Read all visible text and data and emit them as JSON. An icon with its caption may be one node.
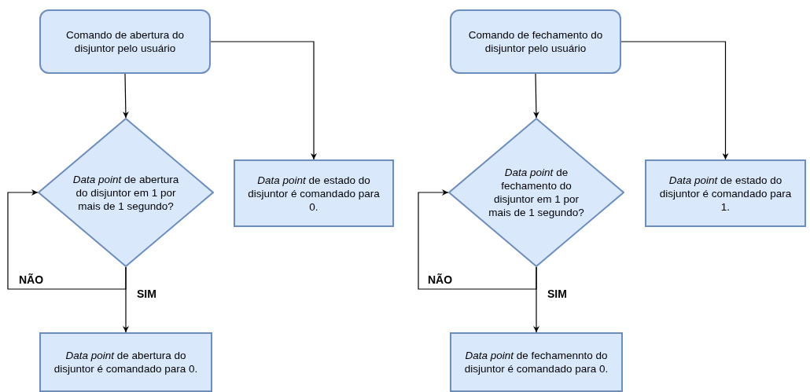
{
  "diagram": {
    "nodes": [
      {
        "text": [
          "Comando de abertura do disjuntor pelo usuário"
        ]
      },
      {
        "text": [
          "*Data point* de abertura do disjuntor em 1 por mais de 1 segundo?"
        ]
      },
      {
        "text": [
          "*Data point* de estado do disjuntor é comandado para 0."
        ]
      },
      {
        "text": [
          "*Data point* de abertura do disjuntor é comandado para 0."
        ]
      },
      {
        "text": [
          "Comando de fechamento do disjuntor pelo usuário"
        ]
      },
      {
        "text": [
          "*Data point* de fechamento do disjuntor em 1 por mais de 1 segundo?"
        ]
      },
      {
        "text": [
          "*Data point* de estado do disjuntor é comandado para 1."
        ]
      },
      {
        "text": [
          "*Data point* de fechamennto do disjuntor é comandado para 0."
        ]
      }
    ],
    "edges": [
      {
        "from": 0,
        "to": 1,
        "arrow": "to"
      },
      {
        "from": 0,
        "to": 2,
        "arrow": "to"
      },
      {
        "from": 1,
        "to": 1,
        "arrow": "to",
        "label": "NÃO"
      },
      {
        "from": 1,
        "to": 3,
        "arrow": "to",
        "label": "SIM"
      },
      {
        "from": 4,
        "to": 5,
        "arrow": "to"
      },
      {
        "from": 4,
        "to": 6,
        "arrow": "to"
      },
      {
        "from": 5,
        "to": 5,
        "arrow": "to",
        "label": "NÃO"
      },
      {
        "from": 5,
        "to": 7,
        "arrow": "to",
        "label": "SIM"
      }
    ]
  }
}
